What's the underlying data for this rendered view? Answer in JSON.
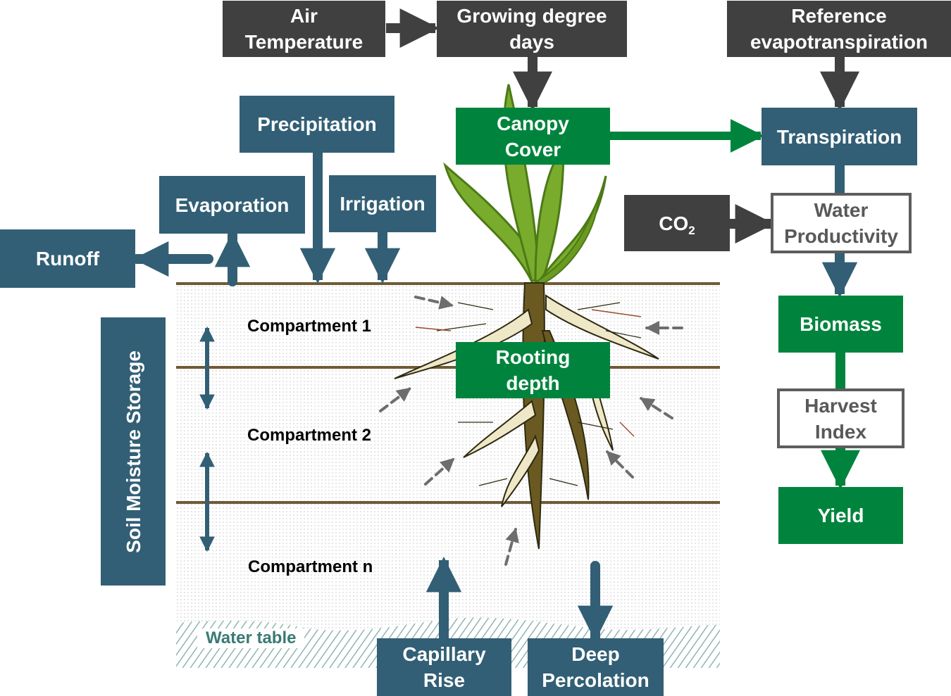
{
  "colors": {
    "dark_box": "#404040",
    "water_box": "#325f75",
    "crop_box": "#00843d",
    "outline_box_border": "#5d5d5d",
    "soil_line": "#6e5a35",
    "root_arrow": "#6d6d6d",
    "water_table_hatch": "#8fb5b1",
    "leaf_green": "#79ac2c",
    "leaf_dark": "#4c7a16",
    "root_stem": "#6a5a22",
    "root_light": "#efe8c8"
  },
  "nodes": {
    "air_temperature": "Air\nTemperature",
    "growing_degree_days": "Growing degree\ndays",
    "reference_et": "Reference\nevapotranspiration",
    "precipitation": "Precipitation",
    "canopy_cover": "Canopy\nCover",
    "transpiration": "Transpiration",
    "evaporation": "Evaporation",
    "irrigation": "Irrigation",
    "runoff": "Runoff",
    "co2_main": "CO",
    "co2_sub": "2",
    "water_productivity": "Water\nProductivity",
    "biomass": "Biomass",
    "harvest_index": "Harvest\nIndex",
    "yield": "Yield",
    "rooting_depth": "Rooting\ndepth",
    "soil_moisture_storage": "Soil Moisture Storage",
    "capillary_rise": "Capillary\nRise",
    "deep_percolation": "Deep\nPercolation"
  },
  "soil": {
    "compartments": [
      "Compartment 1",
      "Compartment 2",
      "Compartment n"
    ],
    "water_table": "Water table"
  }
}
